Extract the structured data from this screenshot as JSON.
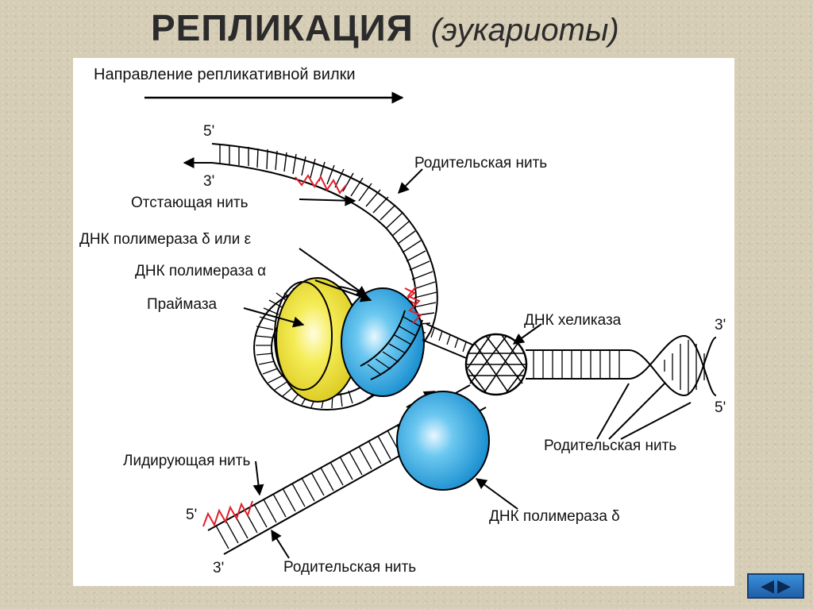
{
  "title": {
    "main": "РЕПЛИКАЦИЯ",
    "sub": "(эукариоты)"
  },
  "labels": {
    "direction": "Направление репликативной вилки",
    "parent_top": "Родительская нить",
    "lagging": "Отстающая нить",
    "pol_delta_eps": "ДНК полимераза δ или ε",
    "pol_alpha": "ДНК полимераза α",
    "primase": "Праймаза",
    "helicase": "ДНК хеликаза",
    "parent_right": "Родительская нить",
    "leading": "Лидирующая нить",
    "pol_delta": "ДНК полимераза δ",
    "parent_bottom": "Родительская нить",
    "end_5_top": "5'",
    "end_3_top": "3'",
    "end_3_right": "3'",
    "end_5_right": "5'",
    "end_5_bottom": "5'",
    "end_3_bottom": "3'"
  },
  "colors": {
    "primer": "#e0202a",
    "polymerase": "#1ea6e0",
    "primase": "#f2e83a",
    "strand": "#000000"
  },
  "nav": {
    "prev_icon": "triangle-left-icon",
    "next_icon": "triangle-right-icon"
  }
}
